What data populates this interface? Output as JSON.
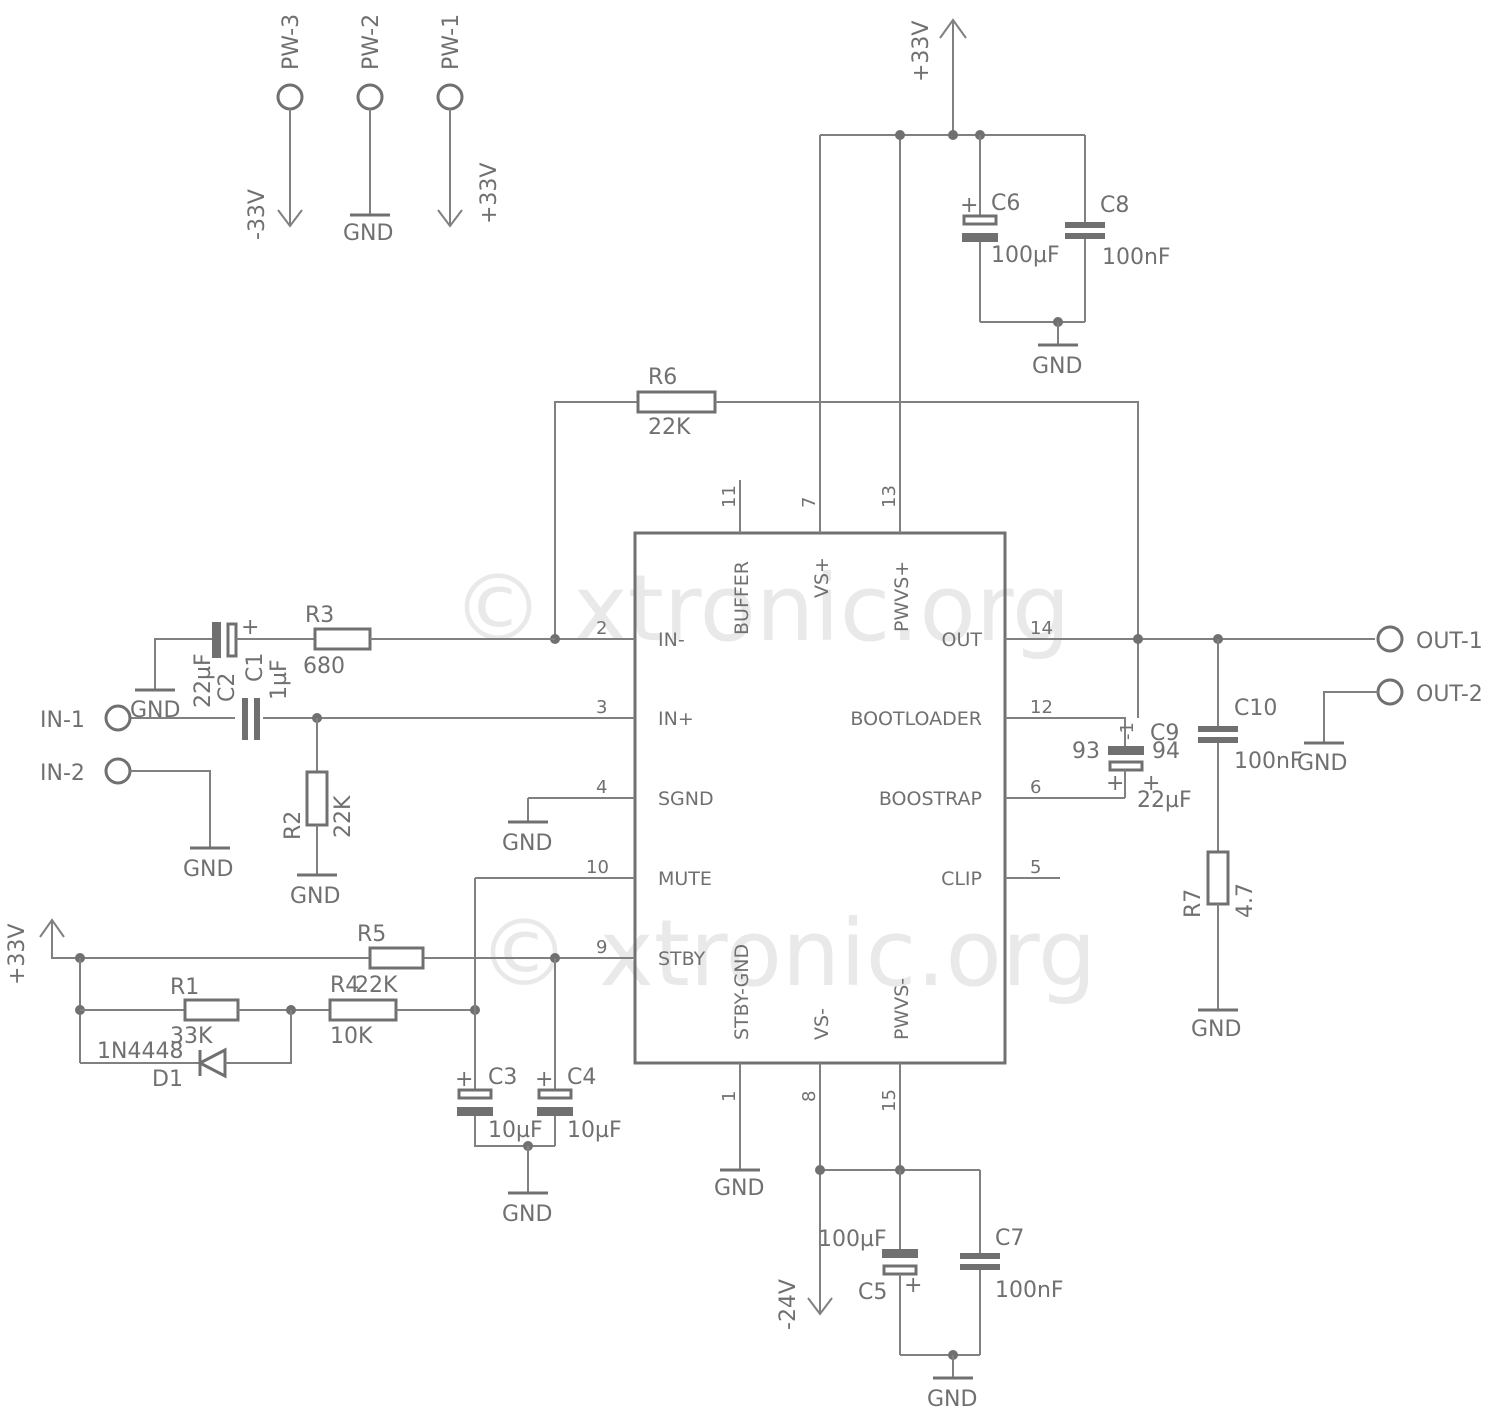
{
  "watermark": "© xtronic.org",
  "ic": {
    "pins": {
      "p2": "2",
      "p3": "3",
      "p4": "4",
      "p10": "10",
      "p9": "9",
      "p14": "14",
      "p12": "12",
      "p6": "6",
      "p5": "5",
      "p11": "11",
      "p7": "7",
      "p13": "13",
      "p1": "1",
      "p8": "8",
      "p15": "15"
    },
    "names": {
      "in_minus": "IN-",
      "in_plus": "IN+",
      "sgnd": "SGND",
      "mute": "MUTE",
      "stby": "STBY",
      "out": "OUT",
      "bootloader": "BOOTLOADER",
      "boostrap": "BOOSTRAP",
      "clip": "CLIP",
      "buffer": "BUFFER",
      "vs_plus": "VS+",
      "pwvs_plus": "PWVS+",
      "stby_gnd": "STBY-GND",
      "vs_minus": "VS-",
      "pwvs_minus": "PWVS-"
    }
  },
  "connectors": {
    "pw3": "PW-3",
    "pw2": "PW-2",
    "pw1": "PW-1",
    "in1": "IN-1",
    "in2": "IN-2",
    "out1": "OUT-1",
    "out2": "OUT-2"
  },
  "supplies": {
    "neg33": "-33V",
    "pos33": "+33V",
    "top33": "+33V",
    "left33": "+33V",
    "neg24": "-24V"
  },
  "gnd": "GND",
  "components": {
    "r1": {
      "name": "R1",
      "value": "33K"
    },
    "r2": {
      "name": "R2",
      "value": "22K"
    },
    "r3": {
      "name": "R3",
      "value": "680"
    },
    "r4": {
      "name": "R4",
      "value": "10K"
    },
    "r5": {
      "name": "R5",
      "value": "22K"
    },
    "r6": {
      "name": "R6",
      "value": "22K"
    },
    "r7": {
      "name": "R7",
      "value": "4.7"
    },
    "c1": {
      "name": "C1",
      "value": "1µF"
    },
    "c2": {
      "name": "C2",
      "value": "22µF"
    },
    "c3": {
      "name": "C3",
      "value": "10µF"
    },
    "c4": {
      "name": "C4",
      "value": "10µF"
    },
    "c5": {
      "name": "C5",
      "value": "100µF"
    },
    "c6": {
      "name": "C6",
      "value": "100µF"
    },
    "c7": {
      "name": "C7",
      "value": "100nF"
    },
    "c8": {
      "name": "C8",
      "value": "100nF"
    },
    "c9": {
      "name": "C9",
      "value": "22µF",
      "pin_a": "93",
      "pin_b": "94",
      "pin_mark": "-1"
    },
    "c10": {
      "name": "C10",
      "value": "100nF"
    },
    "d1": {
      "name": "D1",
      "value": "1N4448"
    }
  },
  "polarity": "+"
}
